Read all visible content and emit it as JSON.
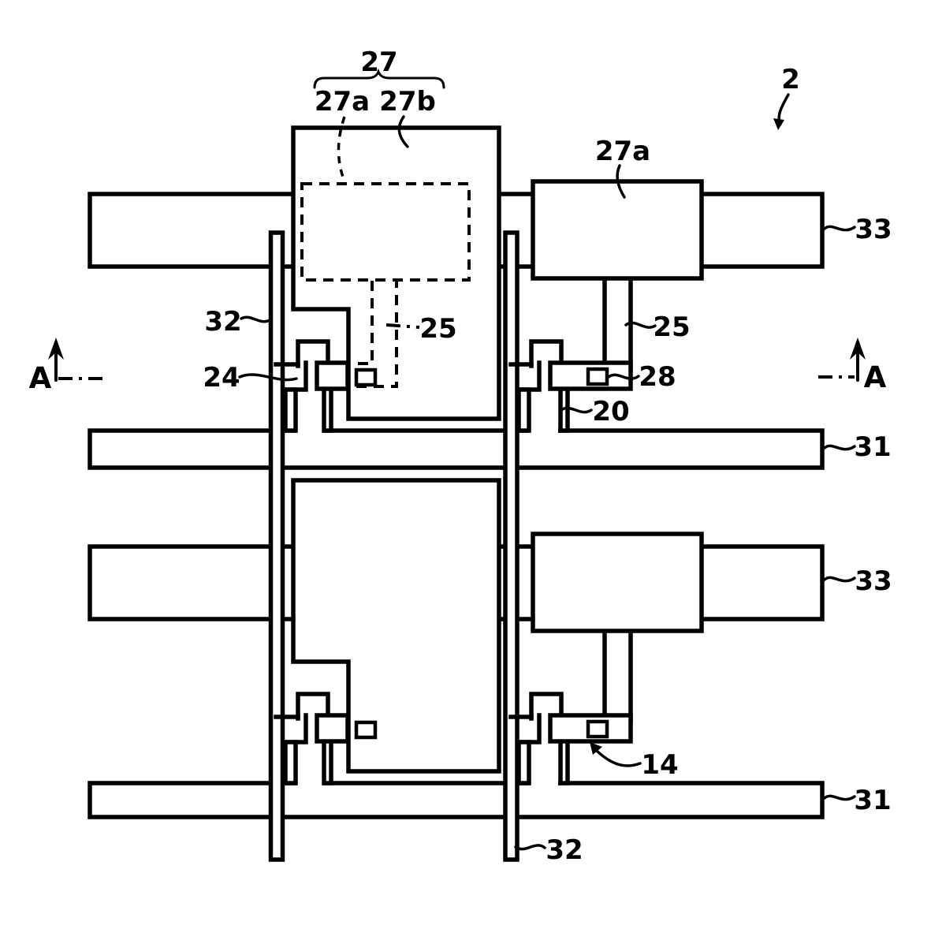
{
  "figure": {
    "background_color": "#ffffff",
    "line_color": "#000000",
    "labels": {
      "n27": "27",
      "n27a_top": "27a",
      "n27b_top": "27b",
      "n2": "2",
      "n27a_right": "27a",
      "n33_row1": "33",
      "n32_top_left": "32",
      "n24": "24",
      "n25_left": "25",
      "n25_right": "25",
      "n28": "28",
      "n20": "20",
      "n31_row1": "31",
      "n33_row2": "33",
      "n14": "14",
      "n31_row2": "31",
      "n32_bottom": "32",
      "section_a_left": "A",
      "section_a_right": "A"
    }
  }
}
